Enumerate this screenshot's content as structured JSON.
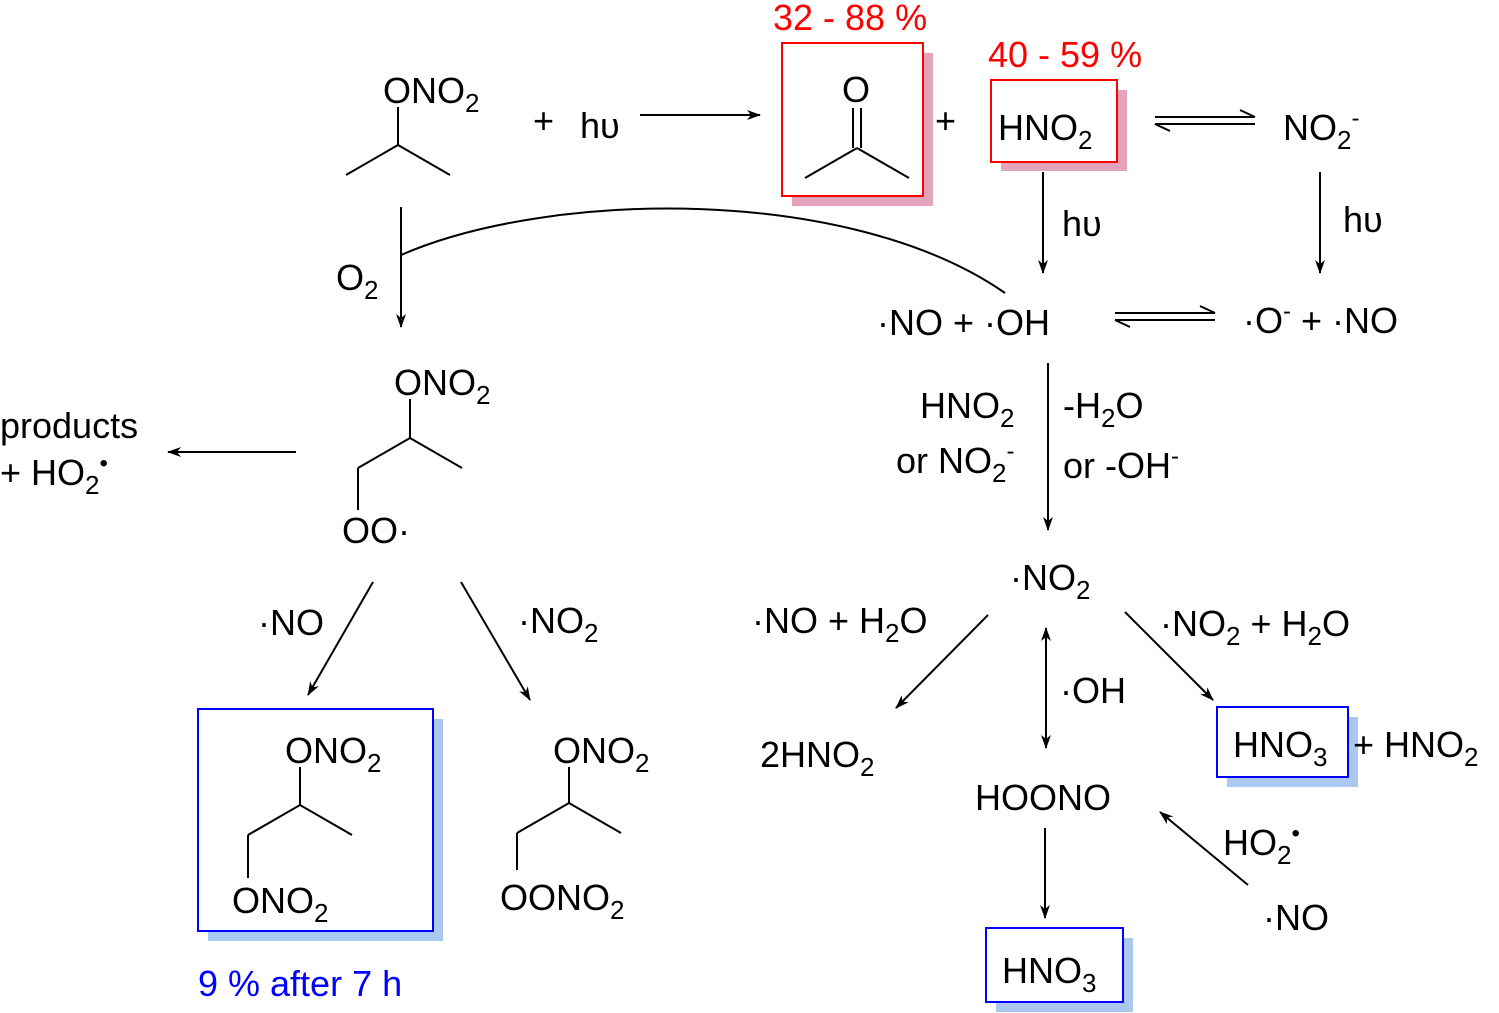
{
  "colors": {
    "yield_red": "#ff0000",
    "yield_blue": "#0000ff",
    "red_shadow": "#e3a3bd",
    "blue_shadow": "#a9c9f0"
  },
  "reactant": {
    "label": "ONO2",
    "plus_light": "+",
    "light": "hυ"
  },
  "products_top": {
    "acetone_yield": "32 - 88 %",
    "acetone_O": "O",
    "plus": "+",
    "hono_yield": "40 - 59 %",
    "hono": "HNO2",
    "nitrite": "NO2-",
    "hv1": "hυ",
    "hv2": "hυ"
  },
  "radicals": {
    "no_oh": "·NO + ·OH",
    "o_no": "·O- + ·NO"
  },
  "o2_step": {
    "reagent": "O2"
  },
  "peroxy": {
    "ono2": "ONO2",
    "oo": "OO·"
  },
  "side_products": {
    "line1": "products",
    "line2": "+ HO2•"
  },
  "no2_formation": {
    "left1": "HNO2",
    "left2": "or NO2-",
    "right1": "-H2O",
    "right2": "or -OH-"
  },
  "no2": {
    "label": "·NO2"
  },
  "no2_branches": {
    "left_reagent": "·NO + H2O",
    "left_product": "2HNO2",
    "middle_reagent": "·OH",
    "hoono": "HOONO",
    "right_reagent": "·NO2 + H2O",
    "right_product_boxed": "HNO3",
    "right_product_extra": "+ HNO2",
    "hno3_final": "HNO3",
    "ho2": "HO2•",
    "no": "·NO"
  },
  "peroxy_branches": {
    "no_reagent": "·NO",
    "no2_reagent": "·NO2",
    "dinitrate_top": "ONO2",
    "dinitrate_bottom": "ONO2",
    "dinitrate_yield": "9 % after 7 h",
    "pernitrate_top": "ONO2",
    "pernitrate_bottom": "OONO2"
  }
}
